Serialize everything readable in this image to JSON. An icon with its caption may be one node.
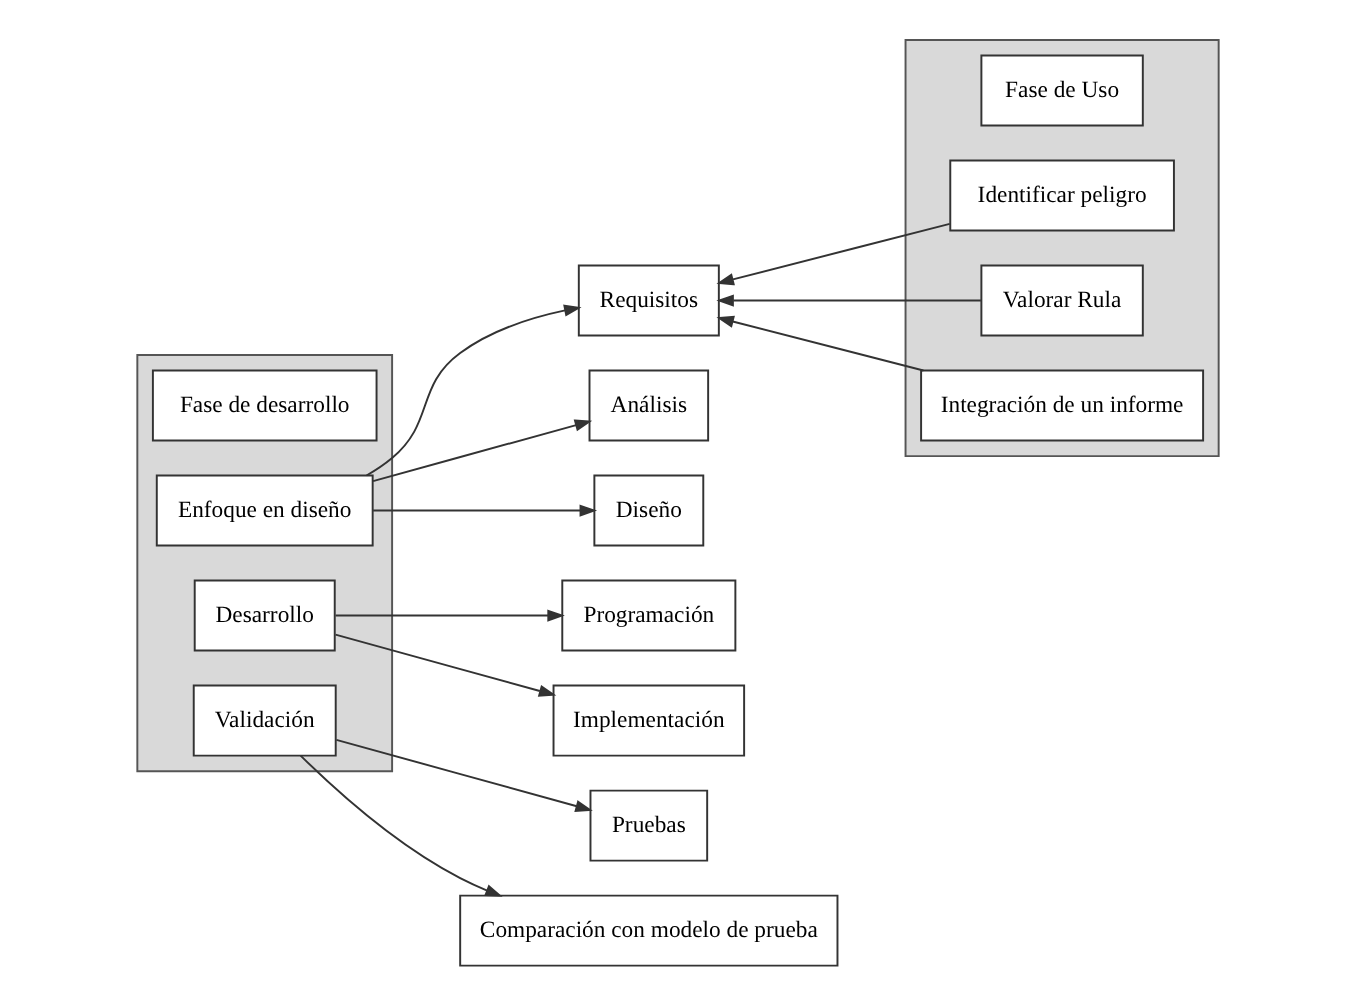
{
  "diagram": {
    "nodes": [
      {
        "text": [],
        "shape": "box"
      },
      {
        "text": [
          "Fase de desarrollo"
        ],
        "in": 0
      },
      {
        "text": [
          "Enfoque en diseño"
        ],
        "in": 0
      },
      {
        "text": [
          "Desarrollo"
        ],
        "in": 0
      },
      {
        "text": [
          "Validación"
        ],
        "in": 0
      },
      {
        "text": [],
        "shape": "box"
      },
      {
        "text": [
          "Fase de Uso"
        ],
        "in": 5
      },
      {
        "text": [
          "Identificar peligro"
        ],
        "in": 5
      },
      {
        "text": [
          "Valorar Rula"
        ],
        "in": 5
      },
      {
        "text": [
          "Integración de un informe"
        ],
        "in": 5
      },
      {
        "text": [
          "Requisitos"
        ]
      },
      {
        "text": [
          "Análisis"
        ]
      },
      {
        "text": [
          "Diseño"
        ]
      },
      {
        "text": [
          "Programación"
        ]
      },
      {
        "text": [
          "Implementación"
        ]
      },
      {
        "text": [
          "Pruebas"
        ]
      },
      {
        "text": [
          "Comparación con modelo de prueba"
        ]
      }
    ],
    "edges": [
      {
        "from": 2,
        "to": 10,
        "arrow": "to"
      },
      {
        "from": 2,
        "to": 11,
        "arrow": "to"
      },
      {
        "from": 2,
        "to": 12,
        "arrow": "to"
      },
      {
        "from": 3,
        "to": 13,
        "arrow": "to"
      },
      {
        "from": 3,
        "to": 14,
        "arrow": "to"
      },
      {
        "from": 4,
        "to": 15,
        "arrow": "to"
      },
      {
        "from": 4,
        "to": 16,
        "arrow": "to"
      },
      {
        "from": 7,
        "to": 10,
        "arrow": "to"
      },
      {
        "from": 8,
        "to": 10,
        "arrow": "to"
      },
      {
        "from": 9,
        "to": 10,
        "arrow": "to"
      }
    ]
  }
}
